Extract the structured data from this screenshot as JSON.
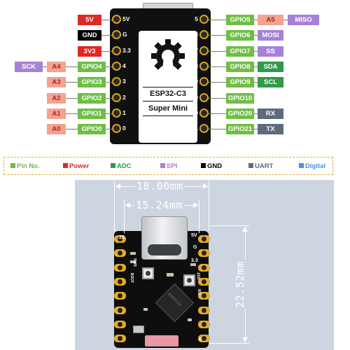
{
  "pinout": {
    "left": [
      {
        "num": "5V",
        "labels": [
          {
            "text": "5V",
            "kind": "pwr"
          }
        ]
      },
      {
        "num": "G",
        "labels": [
          {
            "text": "GND",
            "kind": "gnd"
          }
        ]
      },
      {
        "num": "3.3",
        "labels": [
          {
            "text": "3V3",
            "kind": "pwr"
          }
        ]
      },
      {
        "num": "4",
        "labels": [
          {
            "text": "GPIO4",
            "kind": "gpio"
          },
          {
            "text": "A4",
            "kind": "adc"
          },
          {
            "text": "SCK",
            "kind": "spi"
          }
        ]
      },
      {
        "num": "3",
        "labels": [
          {
            "text": "GPIO3",
            "kind": "gpio"
          },
          {
            "text": "A3",
            "kind": "adc"
          }
        ]
      },
      {
        "num": "2",
        "labels": [
          {
            "text": "GPIO2",
            "kind": "gpio"
          },
          {
            "text": "A2",
            "kind": "adc"
          }
        ]
      },
      {
        "num": "1",
        "labels": [
          {
            "text": "GPIO1",
            "kind": "gpio"
          },
          {
            "text": "A1",
            "kind": "adc"
          }
        ]
      },
      {
        "num": "0",
        "labels": [
          {
            "text": "GPIO0",
            "kind": "gpio"
          },
          {
            "text": "A0",
            "kind": "adc"
          }
        ]
      }
    ],
    "right": [
      {
        "num": "5",
        "labels": [
          {
            "text": "GPIO5",
            "kind": "gpio"
          },
          {
            "text": "A5",
            "kind": "adc"
          },
          {
            "text": "MISO",
            "kind": "spi"
          }
        ]
      },
      {
        "num": "6",
        "labels": [
          {
            "text": "GPIO6",
            "kind": "gpio"
          },
          {
            "text": "MOSI",
            "kind": "spi"
          }
        ]
      },
      {
        "num": "7",
        "labels": [
          {
            "text": "GPIO7",
            "kind": "gpio"
          },
          {
            "text": "SS",
            "kind": "spi"
          }
        ]
      },
      {
        "num": "8",
        "labels": [
          {
            "text": "GPIO8",
            "kind": "gpio"
          },
          {
            "text": "SDA",
            "kind": "i2c"
          }
        ]
      },
      {
        "num": "9",
        "labels": [
          {
            "text": "GPIO9",
            "kind": "gpio"
          },
          {
            "text": "SCL",
            "kind": "i2c"
          }
        ]
      },
      {
        "num": "10",
        "labels": [
          {
            "text": "GPIO10",
            "kind": "gpio"
          }
        ]
      },
      {
        "num": "20",
        "labels": [
          {
            "text": "GPIO20",
            "kind": "gpio"
          },
          {
            "text": "RX",
            "kind": "uart"
          }
        ]
      },
      {
        "num": "21",
        "labels": [
          {
            "text": "GPIO21",
            "kind": "gpio"
          },
          {
            "text": "TX",
            "kind": "uart"
          }
        ]
      }
    ]
  },
  "board": {
    "chip": "ESP32-C3",
    "model": "Super Mini"
  },
  "legend": [
    {
      "text": "Pin No.",
      "color": "#6fbe44"
    },
    {
      "text": "Power",
      "color": "#e02826"
    },
    {
      "text": "ADC",
      "color": "#2f9a48"
    },
    {
      "text": "SPI",
      "color": "#a682d6"
    },
    {
      "text": "GND",
      "color": "#000000"
    },
    {
      "text": "UART",
      "color": "#5d6b7c"
    },
    {
      "text": "Digital",
      "color": "#4f8fe0"
    }
  ],
  "photo": {
    "width_outer": "18.00mm",
    "width_inner": "15.24mm",
    "height": "22.52mm",
    "silk_right": [
      "5V",
      "G",
      "3.3"
    ],
    "silk_left_pin": "21",
    "silk_bottom_right": "0",
    "silk_pwr": "PWR",
    "silk_boot": "BOOT",
    "silk_rst": "RST",
    "silk_io8": "IO8",
    "soc_marking": "ESP32-C3"
  },
  "colors": {
    "gpio": "#6fbe44",
    "power": "#e02826",
    "gnd": "#000000",
    "adc_bg": "#f4a291",
    "spi": "#a682d6",
    "i2c": "#2f9a48",
    "uart": "#5d6b7c"
  }
}
